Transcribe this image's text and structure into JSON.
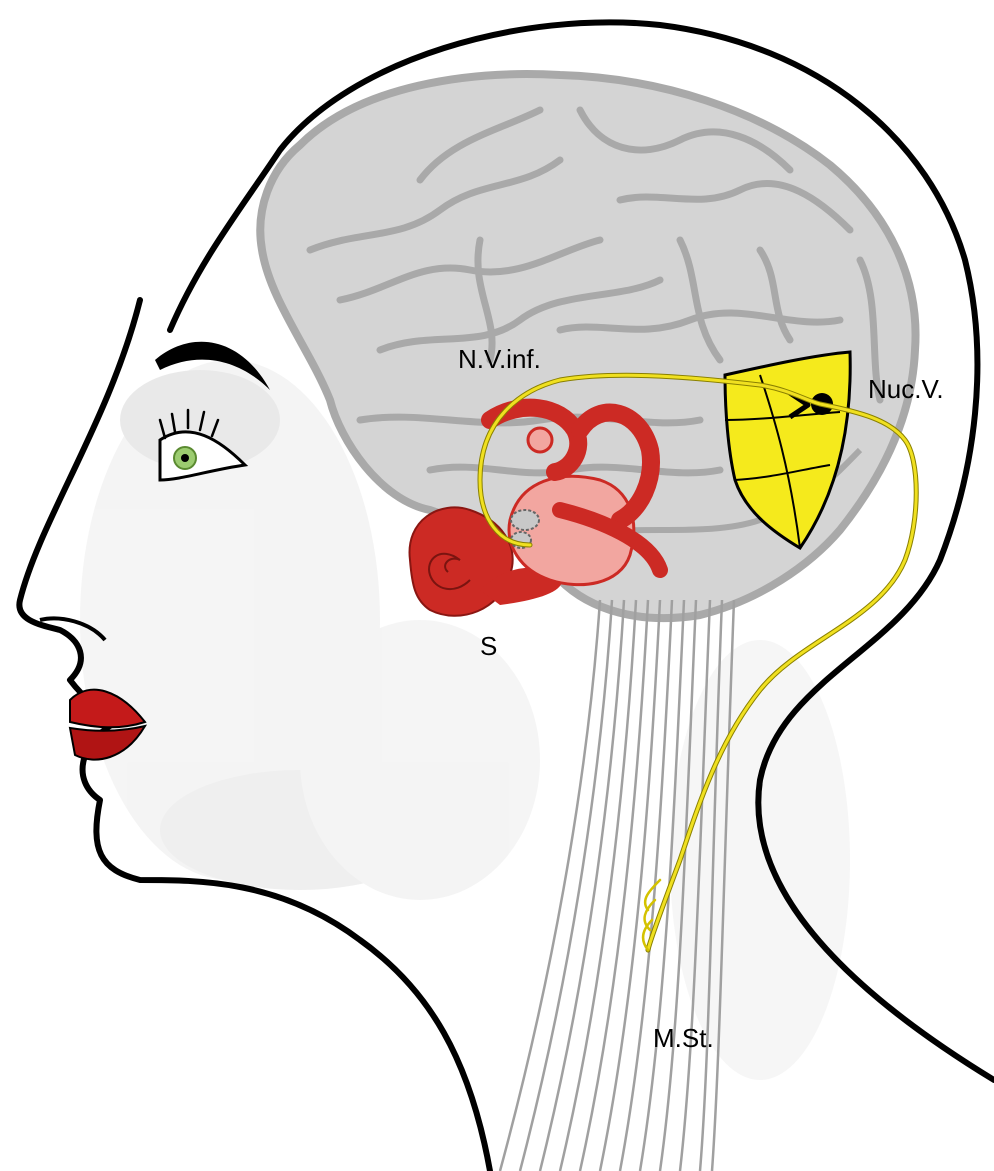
{
  "labels": {
    "nerve": "N.V.inf.",
    "nucleus": "Nuc.V.",
    "s": "S",
    "muscle": "M.St."
  },
  "colors": {
    "outline": "#000000",
    "skin_shade": "#dedede",
    "brain": "#d4d4d4",
    "brain_sulci": "#a9a9a9",
    "labyrinth": "#cc2a24",
    "labyrinth_inner": "#f2a6a0",
    "nerve": "#f0e020",
    "nucleus": "#f5ea1c",
    "neck_muscle": "#a0a0a0",
    "lips": "#c41a1a",
    "iris": "#9ccc70"
  }
}
